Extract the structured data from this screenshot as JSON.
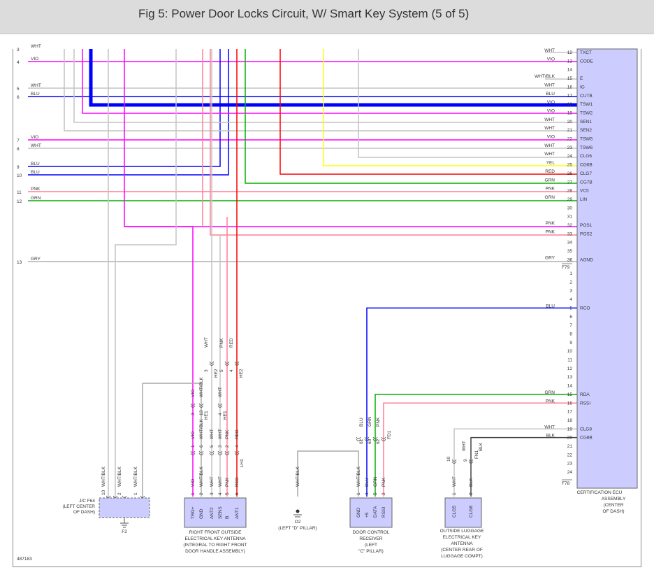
{
  "title": "Fig 5: Power Door Locks Circuit, W/ Smart Key System (5 of 5)",
  "diagram_id": "487183",
  "colors": {
    "VIO": "#ff00ff",
    "WHT": "#c4c4c4",
    "BLU": "#0000ff",
    "PNK": "#ff7f96",
    "GRN": "#00b000",
    "GRY": "#b0b0b0",
    "RED": "#ff0000",
    "YEL": "#ffff00",
    "WHTBLK": "#a8a8a8",
    "BLK": "#444444",
    "ecu_fill": "#ccccff"
  },
  "left_wires": [
    {
      "num": "3",
      "label": "WHT",
      "color": "WHT"
    },
    {
      "num": "4",
      "label": "VIO",
      "color": "VIO"
    },
    {
      "num": "5",
      "label": "WHT",
      "color": "WHT"
    },
    {
      "num": "6",
      "label": "BLU",
      "color": "BLU"
    },
    {
      "num": "7",
      "label": "VIO",
      "color": "VIO"
    },
    {
      "num": "8",
      "label": "WHT",
      "color": "WHT"
    },
    {
      "num": "9",
      "label": "BLU",
      "color": "BLU"
    },
    {
      "num": "10",
      "label": "BLU",
      "color": "BLU"
    },
    {
      "num": "11",
      "label": "PNK",
      "color": "PNK"
    },
    {
      "num": "12",
      "label": "GRN",
      "color": "GRN"
    },
    {
      "num": "13",
      "label": "GRY",
      "color": "GRY"
    }
  ],
  "ecu": {
    "title": "CERTIFICATION ECU ASSEMBLY (CENTER OF DASH)",
    "connector_upper": "F79",
    "connector_lower": "F78",
    "pins_upper": [
      {
        "pin": "12",
        "wire": "WHT",
        "name": "TXCT"
      },
      {
        "pin": "13",
        "wire": "VIO",
        "name": "CODE"
      },
      {
        "pin": "14",
        "wire": "",
        "name": ""
      },
      {
        "pin": "15",
        "wire": "WHT/BLK",
        "name": "E"
      },
      {
        "pin": "16",
        "wire": "WHT",
        "name": "IG"
      },
      {
        "pin": "17",
        "wire": "BLU",
        "name": "CUTB"
      },
      {
        "pin": "18",
        "wire": "VIO",
        "name": "TSW1"
      },
      {
        "pin": "19",
        "wire": "VIO",
        "name": "TSW2"
      },
      {
        "pin": "20",
        "wire": "WHT",
        "name": "SEN1"
      },
      {
        "pin": "21",
        "wire": "WHT",
        "name": "SEN2"
      },
      {
        "pin": "22",
        "wire": "VIO",
        "name": "TSW5"
      },
      {
        "pin": "23",
        "wire": "WHT",
        "name": "TSW6"
      },
      {
        "pin": "24",
        "wire": "WHT",
        "name": "CLG6"
      },
      {
        "pin": "25",
        "wire": "YEL",
        "name": "CG6B"
      },
      {
        "pin": "26",
        "wire": "RED",
        "name": "CLG7"
      },
      {
        "pin": "27",
        "wire": "GRN",
        "name": "CG7B"
      },
      {
        "pin": "28",
        "wire": "PNK",
        "name": "VC5"
      },
      {
        "pin": "29",
        "wire": "GRN",
        "name": "LIN"
      },
      {
        "pin": "30",
        "wire": "",
        "name": ""
      },
      {
        "pin": "31",
        "wire": "",
        "name": ""
      },
      {
        "pin": "32",
        "wire": "PNK",
        "name": "POS1"
      },
      {
        "pin": "33",
        "wire": "PNK",
        "name": "POS2"
      },
      {
        "pin": "34",
        "wire": "",
        "name": ""
      },
      {
        "pin": "35",
        "wire": "",
        "name": ""
      },
      {
        "pin": "36",
        "wire": "GRY",
        "name": "AGND"
      }
    ],
    "pins_lower": [
      {
        "pin": "1",
        "wire": "",
        "name": ""
      },
      {
        "pin": "2",
        "wire": "",
        "name": ""
      },
      {
        "pin": "3",
        "wire": "",
        "name": ""
      },
      {
        "pin": "4",
        "wire": "",
        "name": ""
      },
      {
        "pin": "5",
        "wire": "BLU",
        "name": "RCO"
      },
      {
        "pin": "6",
        "wire": "",
        "name": ""
      },
      {
        "pin": "7",
        "wire": "",
        "name": ""
      },
      {
        "pin": "8",
        "wire": "",
        "name": ""
      },
      {
        "pin": "9",
        "wire": "",
        "name": ""
      },
      {
        "pin": "10",
        "wire": "",
        "name": ""
      },
      {
        "pin": "11",
        "wire": "",
        "name": ""
      },
      {
        "pin": "12",
        "wire": "",
        "name": ""
      },
      {
        "pin": "13",
        "wire": "",
        "name": ""
      },
      {
        "pin": "14",
        "wire": "",
        "name": ""
      },
      {
        "pin": "15",
        "wire": "GRN",
        "name": "RDA"
      },
      {
        "pin": "16",
        "wire": "PNK",
        "name": "RSSI"
      },
      {
        "pin": "17",
        "wire": "",
        "name": ""
      },
      {
        "pin": "18",
        "wire": "",
        "name": ""
      },
      {
        "pin": "19",
        "wire": "WHT",
        "name": "CLG8"
      },
      {
        "pin": "20",
        "wire": "BLK",
        "name": "CG8B"
      },
      {
        "pin": "21",
        "wire": "",
        "name": ""
      },
      {
        "pin": "22",
        "wire": "",
        "name": ""
      },
      {
        "pin": "23",
        "wire": "",
        "name": ""
      },
      {
        "pin": "24",
        "wire": "",
        "name": ""
      }
    ]
  },
  "jc": {
    "label": "J/C F64 (LEFT CENTER OF DASH)",
    "ground": "F2",
    "pins": [
      {
        "pin": "10",
        "wire": "WHT/BLK"
      },
      {
        "pin": "2",
        "wire": "WHT/BLK"
      },
      {
        "pin": "1",
        "wire": "WHT/BLK"
      }
    ]
  },
  "antenna_rf": {
    "label": "RIGHT FRONT OUTSIDE ELECTRICAL KEY ANTENNA (INTEGRAL TO RIGHT FRONT DOOR HANDLE ASSEMBLY)",
    "pins": [
      {
        "pin": "1",
        "wire": "VIO",
        "name": "TRG+"
      },
      {
        "pin": "2",
        "wire": "WHT/BLK",
        "name": "GND"
      },
      {
        "pin": "3",
        "wire": "WHT",
        "name": "ANT2"
      },
      {
        "pin": "4",
        "wire": "WHT",
        "name": "SENS"
      },
      {
        "pin": "5",
        "wire": "PNK",
        "name": "B"
      },
      {
        "pin": "6",
        "wire": "RED",
        "name": "ANT1"
      }
    ],
    "connector_lh1": "LH1",
    "lh1_pins": [
      "1",
      "6",
      "5",
      "3",
      "2",
      "4"
    ],
    "connector_he1": "HE1",
    "he1_pins": [
      {
        "pin": "3",
        "wire": "VIO"
      },
      {
        "pin": "13",
        "wire": "WHT/BLK"
      },
      {
        "pin": "4",
        "wire": "WHT"
      }
    ],
    "connector_he2": "HE2",
    "he2_pins": [
      {
        "pin": "3",
        "wire": "WHT"
      },
      {
        "pin": "5",
        "wire": "PNK"
      },
      {
        "pin": "4",
        "wire": "RED"
      }
    ]
  },
  "ground_o2": {
    "id": "O2",
    "label": "(LEFT \"D\" PILLAR)",
    "wire": "WHT/BLK"
  },
  "receiver": {
    "label": "DOOR CONTROL RECEIVER (LEFT \"C\" PILLAR)",
    "pins": [
      {
        "pin": "1",
        "wire": "WHT/BLK",
        "name": "GND"
      },
      {
        "pin": "4",
        "wire": "BLU",
        "name": "+5"
      },
      {
        "pin": "5",
        "wire": "GRN",
        "name": "DATA"
      },
      {
        "pin": "2",
        "wire": "PNK",
        "name": "RSSI"
      }
    ],
    "connector": "FD1",
    "fd1_pins": [
      "61",
      "60",
      "62"
    ]
  },
  "luggage": {
    "label": "OUTSIDE LUGGAGE ELECTRICAL KEY ANTENNA (CENTER REAR OF LUGGAGE COMPT)",
    "pins": [
      {
        "pin": "1",
        "wire": "WHT",
        "name": "CLG5"
      },
      {
        "pin": "2",
        "wire": "BLK",
        "name": "CLG8"
      }
    ],
    "connector": "FN1",
    "fn1_pins": [
      "10",
      "9"
    ]
  }
}
